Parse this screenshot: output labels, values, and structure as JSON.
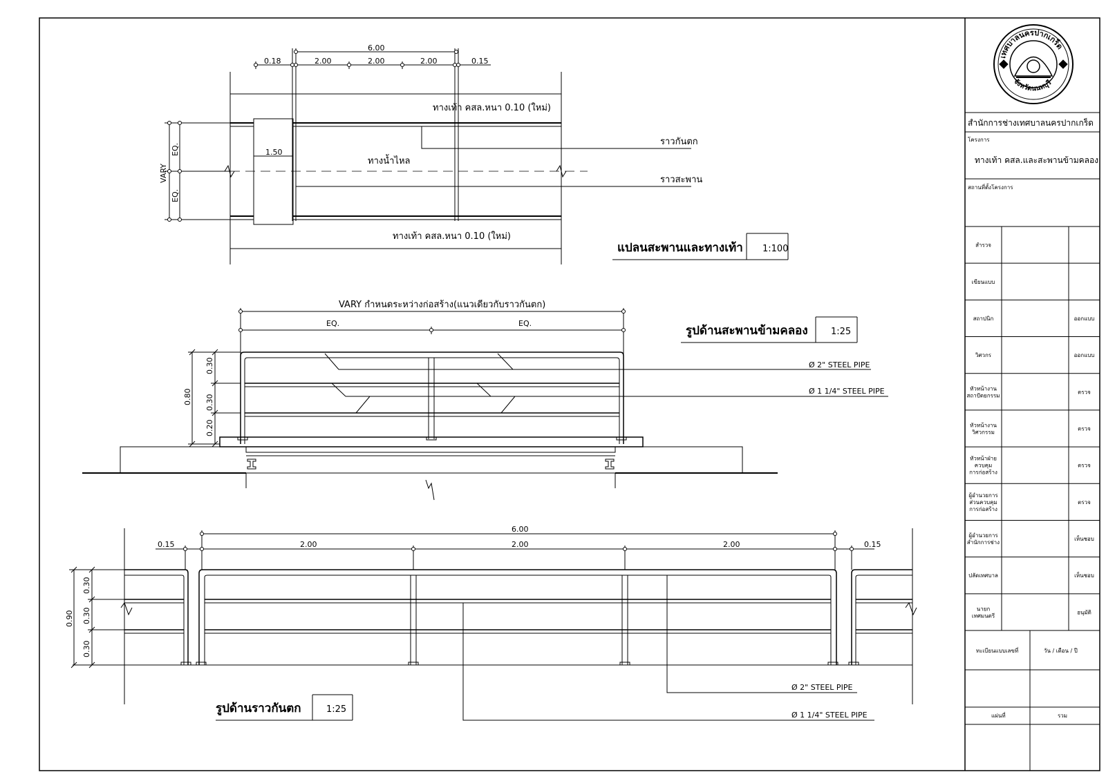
{
  "plan": {
    "title": "แปลนสะพานและทางเท้า",
    "scale": "1:100",
    "dims_top": [
      "0.18",
      "2.00",
      "2.00",
      "2.00",
      "0.15"
    ],
    "dim_total": "6.00",
    "dim_vary": "VARY",
    "dim_eq1": "EQ.",
    "dim_eq2": "EQ.",
    "dim_150": "1.50",
    "sidewalk_top": "ทางเท้า คสล.หนา 0.10 (ใหม่)",
    "sidewalk_bottom": "ทางเท้า คสล.หนา 0.10 (ใหม่)",
    "waterway": "ทางน้ำไหล",
    "label_guard": "ราวกันตก",
    "label_bridge_rail": "ราวสะพาน"
  },
  "bridge_elevation": {
    "title": "รูปด้านสะพานข้ามคลอง",
    "scale": "1:25",
    "top_note": "VARY กำหนดระหว่างก่อสร้าง(แนวเดียวกับราวกันตก)",
    "eq1": "EQ.",
    "eq2": "EQ.",
    "h_030a": "0.30",
    "h_030b": "0.30",
    "h_020": "0.20",
    "h_080": "0.80",
    "pipe1": "Ø 2\" STEEL PIPE",
    "pipe2": "Ø 1 1/4\" STEEL PIPE"
  },
  "guard_elevation": {
    "title": "รูปด้านราวกันตก",
    "scale": "1:25",
    "dim_total": "6.00",
    "dims": [
      "0.15",
      "2.00",
      "2.00",
      "2.00",
      "0.15"
    ],
    "h_030a": "0.30",
    "h_030b": "0.30",
    "h_030c": "0.30",
    "h_090": "0.90",
    "pipe1": "Ø 2\" STEEL PIPE",
    "pipe2": "Ø 1 1/4\" STEEL PIPE"
  },
  "title_block": {
    "seal_text_top": "เทศบาลนครปากเกร็ด",
    "seal_text_bottom": "จังหวัดนนทบุรี",
    "office": "สำนักการช่างเทศบาลนครปากเกร็ด",
    "project_label": "โครงการ",
    "project_name": "ทางเท้า คสล.และสะพานข้ามคลอง",
    "location_label": "สถานที่ตั้งโครงการ",
    "rows": [
      {
        "label": [
          "สำรวจ"
        ],
        "right": ""
      },
      {
        "label": [
          "เขียนแบบ"
        ],
        "right": ""
      },
      {
        "label": [
          "สถาปนิก"
        ],
        "right": "ออกแบบ"
      },
      {
        "label": [
          "วิศวกร"
        ],
        "right": "ออกแบบ"
      },
      {
        "label": [
          "หัวหน้างาน",
          "สถาปัตยกรรม"
        ],
        "right": "ตรวจ"
      },
      {
        "label": [
          "หัวหน้างาน",
          "วิศวกรรม"
        ],
        "right": "ตรวจ"
      },
      {
        "label": [
          "หัวหน้าฝ่าย",
          "ควบคุม",
          "การก่อสร้าง"
        ],
        "right": "ตรวจ"
      },
      {
        "label": [
          "ผู้อำนวยการ",
          "ส่วนควบคุม",
          "การก่อสร้าง"
        ],
        "right": "ตรวจ"
      },
      {
        "label": [
          "ผู้อำนวยการ",
          "สำนักการช่าง"
        ],
        "right": "เห็นชอบ"
      },
      {
        "label": [
          "ปลัดเทศบาล"
        ],
        "right": "เห็นชอบ"
      },
      {
        "label": [
          "นายก",
          "เทศมนตรี"
        ],
        "right": "อนุมัติ"
      }
    ],
    "reg_label": "ทะเบียนแบบเลขที่",
    "date_label": "วัน / เดือน / ปี",
    "sheet_label": "แผ่นที่",
    "total_label": "รวม"
  }
}
